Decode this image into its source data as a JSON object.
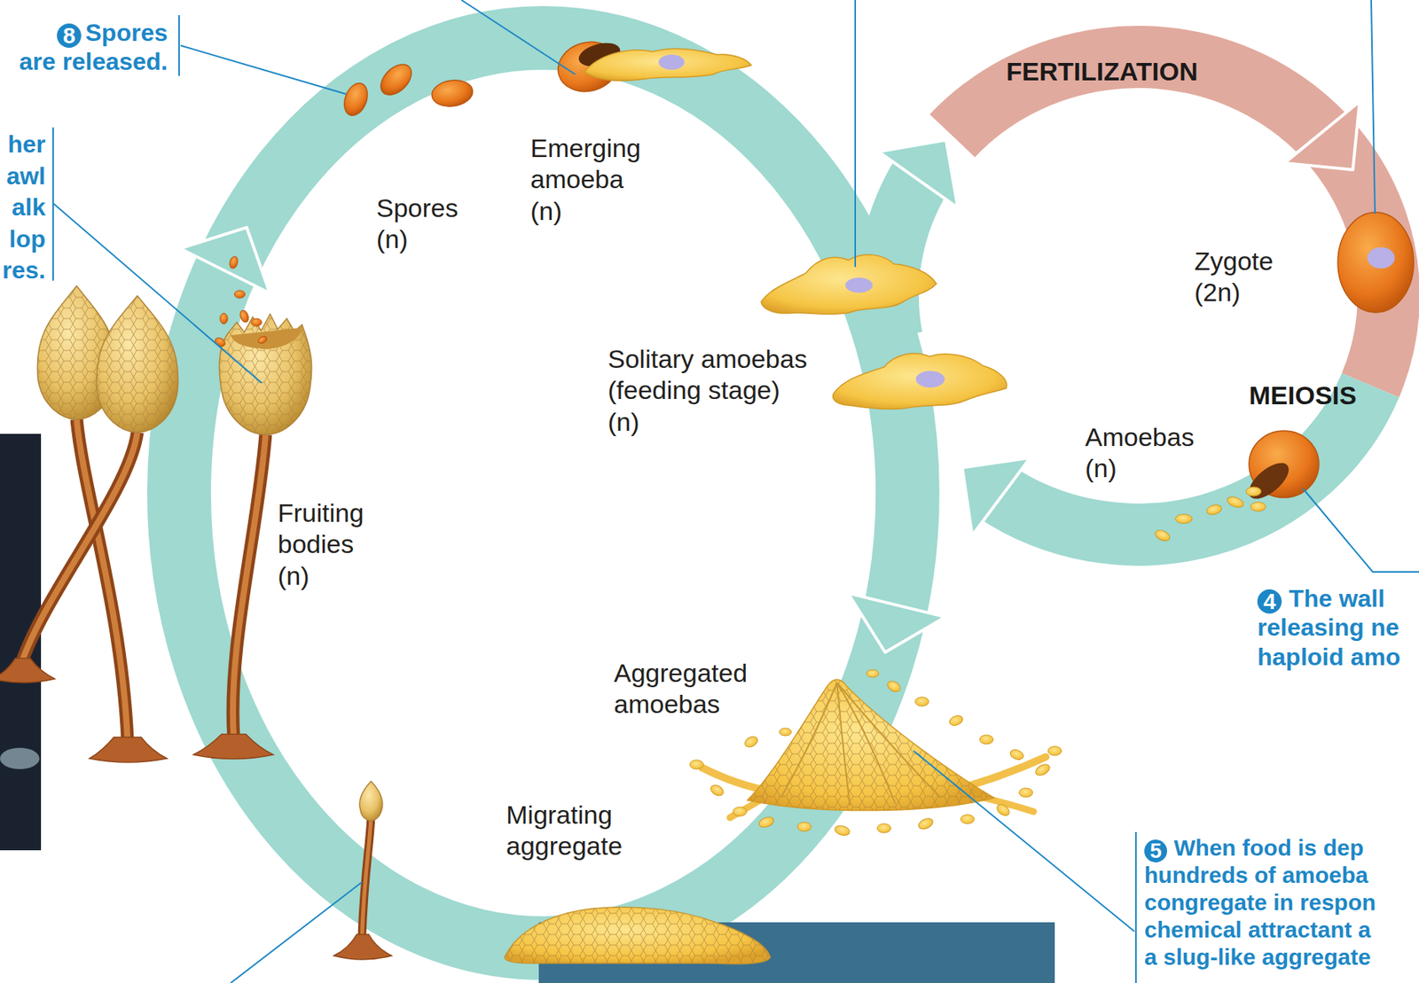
{
  "diagram": {
    "labels": [
      "8",
      "Spores are released.",
      "her awl alk lop res.",
      "FERTILIZATION",
      "Emerging amoeba (n)",
      "Spores (n)",
      "Zygote (2n)",
      "Solitary amoebas (feeding stage) (n)",
      "MEIOSIS",
      "Amoebas (n)",
      "Fruiting bodies (n)",
      "4",
      "The wall releasing ne haploid amo",
      "Aggregated amoebas",
      "Migrating aggregate",
      "5",
      "When food is dep hundreds of amoeba congregate in respon chemical attractant a a slug-like aggregate"
    ]
  }
}
